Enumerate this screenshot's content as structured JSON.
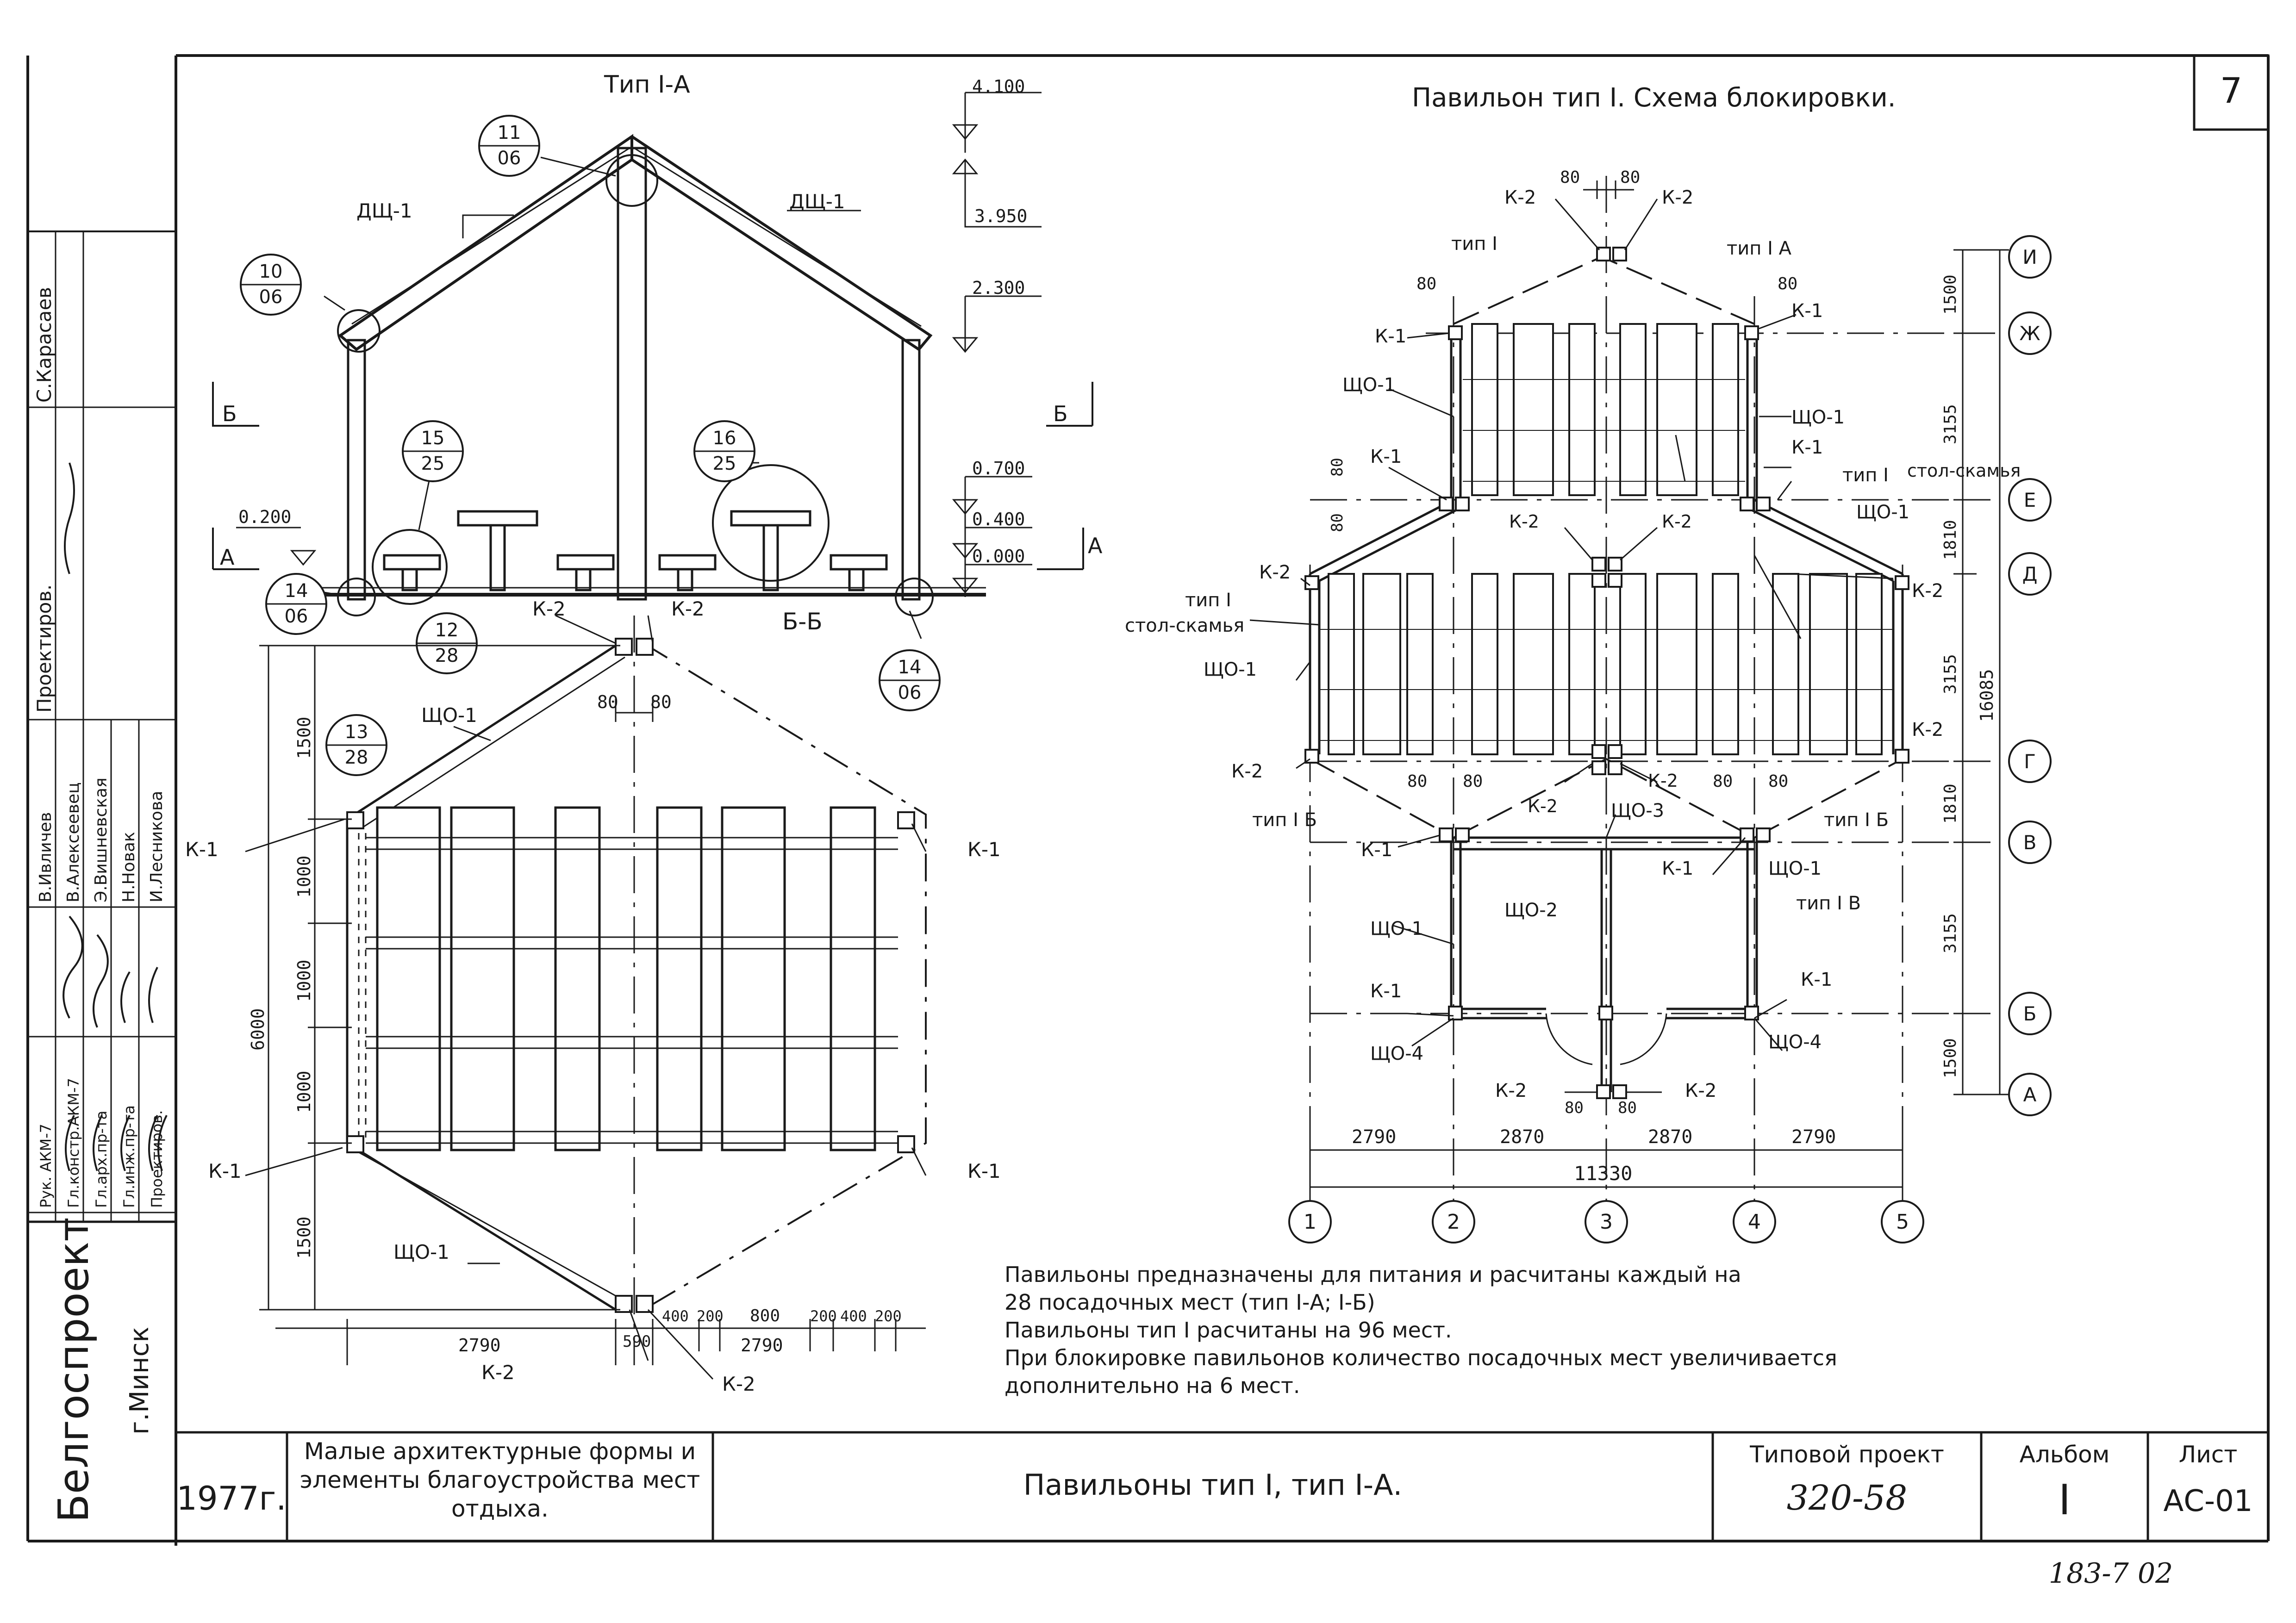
{
  "drawing": {
    "sheet_corner_number": "7",
    "left_view_title": "Тип I-А",
    "right_view_title": "Павильон тип I. Схема блокировки.",
    "section_label": "Б-Б",
    "section_marks": {
      "a": "А",
      "b": "Б"
    },
    "elevations": [
      "4.100",
      "3.950",
      "2.300",
      "0.700",
      "0.400",
      "0.000",
      "0.200"
    ],
    "callouts": [
      {
        "num": "11",
        "sheet": "06"
      },
      {
        "num": "10",
        "sheet": "06"
      },
      {
        "num": "15",
        "sheet": "25"
      },
      {
        "num": "16",
        "sheet": "25"
      },
      {
        "num": "14",
        "sheet": "06"
      },
      {
        "num": "12",
        "sheet": "28"
      },
      {
        "num": "13",
        "sheet": "28"
      },
      {
        "num": "14",
        "sheet": "06"
      }
    ],
    "element_labels": {
      "dsh1": "ДЩ-1",
      "k1": "К-1",
      "k2": "К-2",
      "sho1": "ЩО-1",
      "sho2": "ЩО-2",
      "sho3": "ЩО-3",
      "sho4": "ЩО-4",
      "stol_skamya": "стол-скамья",
      "tip_1g": "тип I",
      "tip_1a": "тип I А",
      "tip_1d": "тип I",
      "tip_1b": "тип I Б",
      "tip_1v": "тип I В"
    },
    "left_plan_dims": {
      "vertical": [
        "1500",
        "1000",
        "1000",
        "1000",
        "6000",
        "1500"
      ],
      "bottom": [
        "2790",
        "590",
        "400",
        "200",
        "800",
        "200",
        "400",
        "200",
        "2790"
      ],
      "top_pair": [
        "80",
        "80"
      ]
    },
    "right_plan_dims": {
      "top_pair": [
        "80",
        "80"
      ],
      "side80": "80",
      "vertical": [
        "1500",
        "3155",
        "1810",
        "3155",
        "1810",
        "3155",
        "1500"
      ],
      "overall_vertical": "16085",
      "bottom": [
        "2790",
        "2870",
        "2870",
        "2790"
      ],
      "overall_bottom": "11330",
      "pairs80": [
        "80",
        "80",
        "80",
        "80"
      ]
    },
    "grid_rows": [
      "И",
      "Ж",
      "Е",
      "Д",
      "Г",
      "В",
      "Б",
      "А"
    ],
    "grid_cols": [
      "1",
      "2",
      "3",
      "4",
      "5"
    ],
    "notes": [
      "Павильоны предназначены для питания и расчитаны каждый на",
      "28 посадочных мест (тип I-А; I-Б)",
      "Павильоны тип I расчитаны на 96 мест.",
      "При блокировке павильонов количество посадочных мест увеличивается",
      "дополнительно на 6 мест."
    ]
  },
  "title_block": {
    "org": "Белгоспроект",
    "city": "г.Минск",
    "year": "1977г.",
    "project_name": "Малые архитектурные формы и элементы благоустройства мест отдыха.",
    "sheet_title": "Павильоны тип I, тип I-А.",
    "project_label": "Типовой проект",
    "project_number": "320-58",
    "album_label": "Альбом",
    "album_value": "I",
    "sheet_label": "Лист",
    "sheet_value": "АС-01",
    "stamp": "183-7 02"
  },
  "side_stamp": {
    "designer_top_role": "Проектиров.",
    "designer_top_name": "С.Карасаев",
    "roles": [
      "Рук. АКМ-7",
      "Гл.констр.АКМ-7",
      "Гл.арх.пр-та",
      "Гл.инж.пр-та",
      "Проектиров."
    ],
    "names": [
      "В.Ивличев",
      "В.Алексеевец",
      "Э.Вишневская",
      "Н.Новак",
      "И.Лесникова"
    ]
  }
}
